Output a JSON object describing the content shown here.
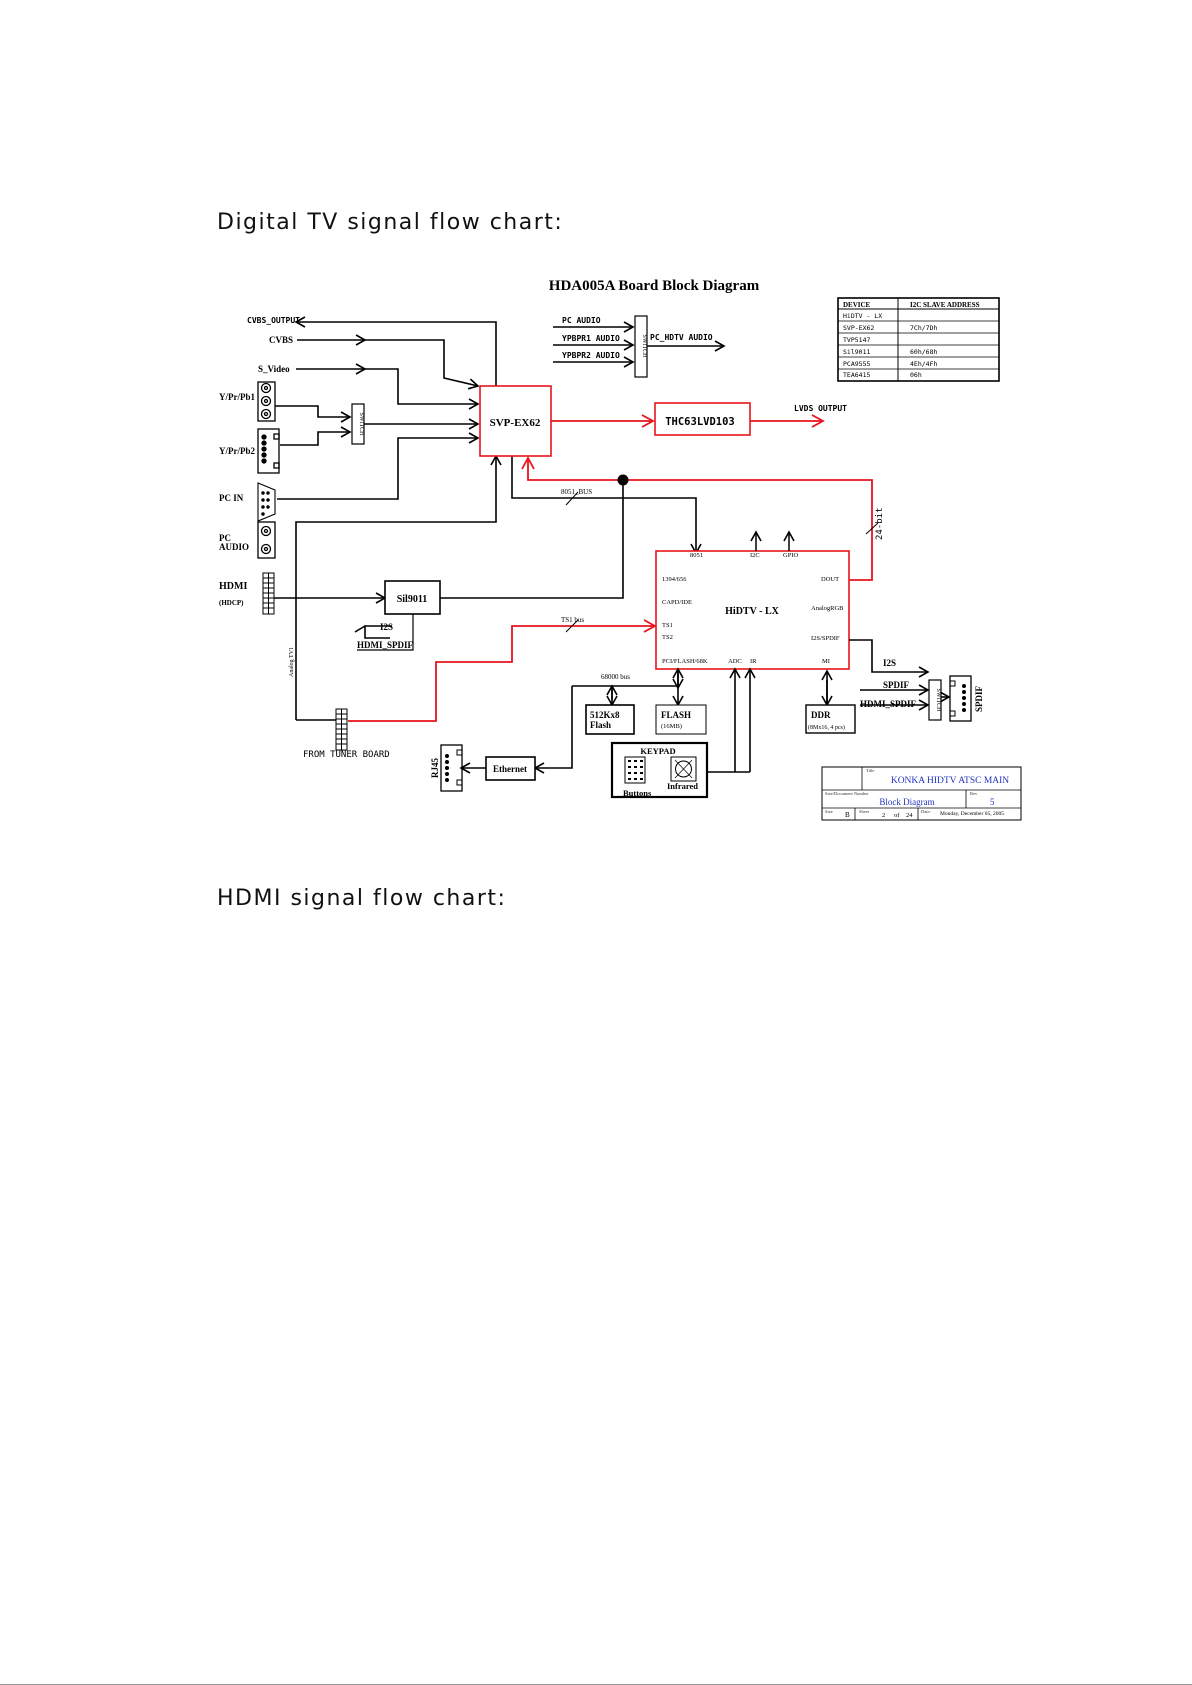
{
  "headings": {
    "digital_tv": "Digital TV signal flow chart:",
    "hdmi": "HDMI signal flow chart:"
  },
  "diagram": {
    "title": "HDA005A Board Block Diagram",
    "inputs": {
      "cvbs_output": "CVBS_OUTPUT",
      "cvbs": "CVBS",
      "s_video": "S_Video",
      "ypbpr1": "Y/Pr/Pb1",
      "ypbpr2": "Y/Pr/Pb2",
      "pc_in": "PC IN",
      "pc_audio": "PC",
      "pc_audio2": "AUDIO",
      "hdmi": "HDMI",
      "hdcp": "(HDCP)"
    },
    "audio": {
      "pc_audio": "PC AUDIO",
      "ypbpr1_audio": "YPBPR1 AUDIO",
      "ypbpr2_audio": "YPBPR2 AUDIO",
      "switch": "SWITCH",
      "pc_hdtv_audio": "PC_HDTV AUDIO"
    },
    "blocks": {
      "svp": "SVP-EX62",
      "thc": "THC63LVD103",
      "lvds_output": "LVDS OUTPUT",
      "sil": "Sil9011",
      "i2s": "I2S",
      "hdmi_spdif": "HDMI_SPDIF",
      "switch": "SWITCH",
      "hidtv": "HiDTV - LX",
      "bit24": "24-bit",
      "bus8051": "8051_BUS",
      "ts1bus": "TS1 bus",
      "analog_tv": "Analog TV1",
      "tuner": "FROM TUNER BOARD",
      "bus68000": "68000 bus",
      "flash512": "512Kx8",
      "flash512b": "Flash",
      "flash": "FLASH",
      "flash16": "(16MB)",
      "keypad": "KEYPAD",
      "buttons": "Buttons",
      "infrared": "Infrared",
      "ethernet": "Ethernet",
      "rj45": "RJ45",
      "ddr": "DDR",
      "ddr_sub": "(8Mx16, 4 pcs)",
      "spdif": "SPDIF",
      "spdif_conn": "SPDIF",
      "right_i2s": "I2S",
      "right_spdif": "SPDIF",
      "right_hdmi_spdif": "HDMI_SPDIF"
    },
    "hidtv_pins": {
      "p8051": "8051",
      "i2c": "I2C",
      "gpio": "GPIO",
      "p1394": "1394/656",
      "dout": "DOUT",
      "capd": "CAPD/IDE",
      "analogrgb": "AnalogRGB",
      "ts1": "TS1",
      "ts2": "TS2",
      "i2sspdif": "I2S/SPDIF",
      "pci": "PCI/FLASH/68K",
      "adc": "ADC",
      "ir": "IR",
      "mi": "MI"
    },
    "i2c_table": {
      "headers": [
        "DEVICE",
        "I2C SLAVE ADDRESS"
      ],
      "rows": [
        [
          "HiDTV - LX",
          ""
        ],
        [
          "SVP-EX62",
          "7Ch/7Dh"
        ],
        [
          "TVP5147",
          ""
        ],
        [
          "Sil9011",
          "60h/68h"
        ],
        [
          "PCA9555",
          "4Eh/4Fh"
        ],
        [
          "TEA6415",
          "06h"
        ]
      ]
    },
    "title_block": {
      "title_label": "Title",
      "title": "KONKA HIDTV ATSC MAIN",
      "doc_label": "Size/Document Number",
      "doc": "Block Diagram",
      "rev_label": "Rev",
      "rev": "5",
      "size_label": "Size",
      "size": "B",
      "sheet_label": "Sheet",
      "sheet": "2",
      "of": "of",
      "total": "24",
      "date_label": "Date:",
      "date": "Monday, December 05, 2005"
    },
    "colors": {
      "signal_red": "#e8141b",
      "title_blue": "#2233bb"
    }
  }
}
